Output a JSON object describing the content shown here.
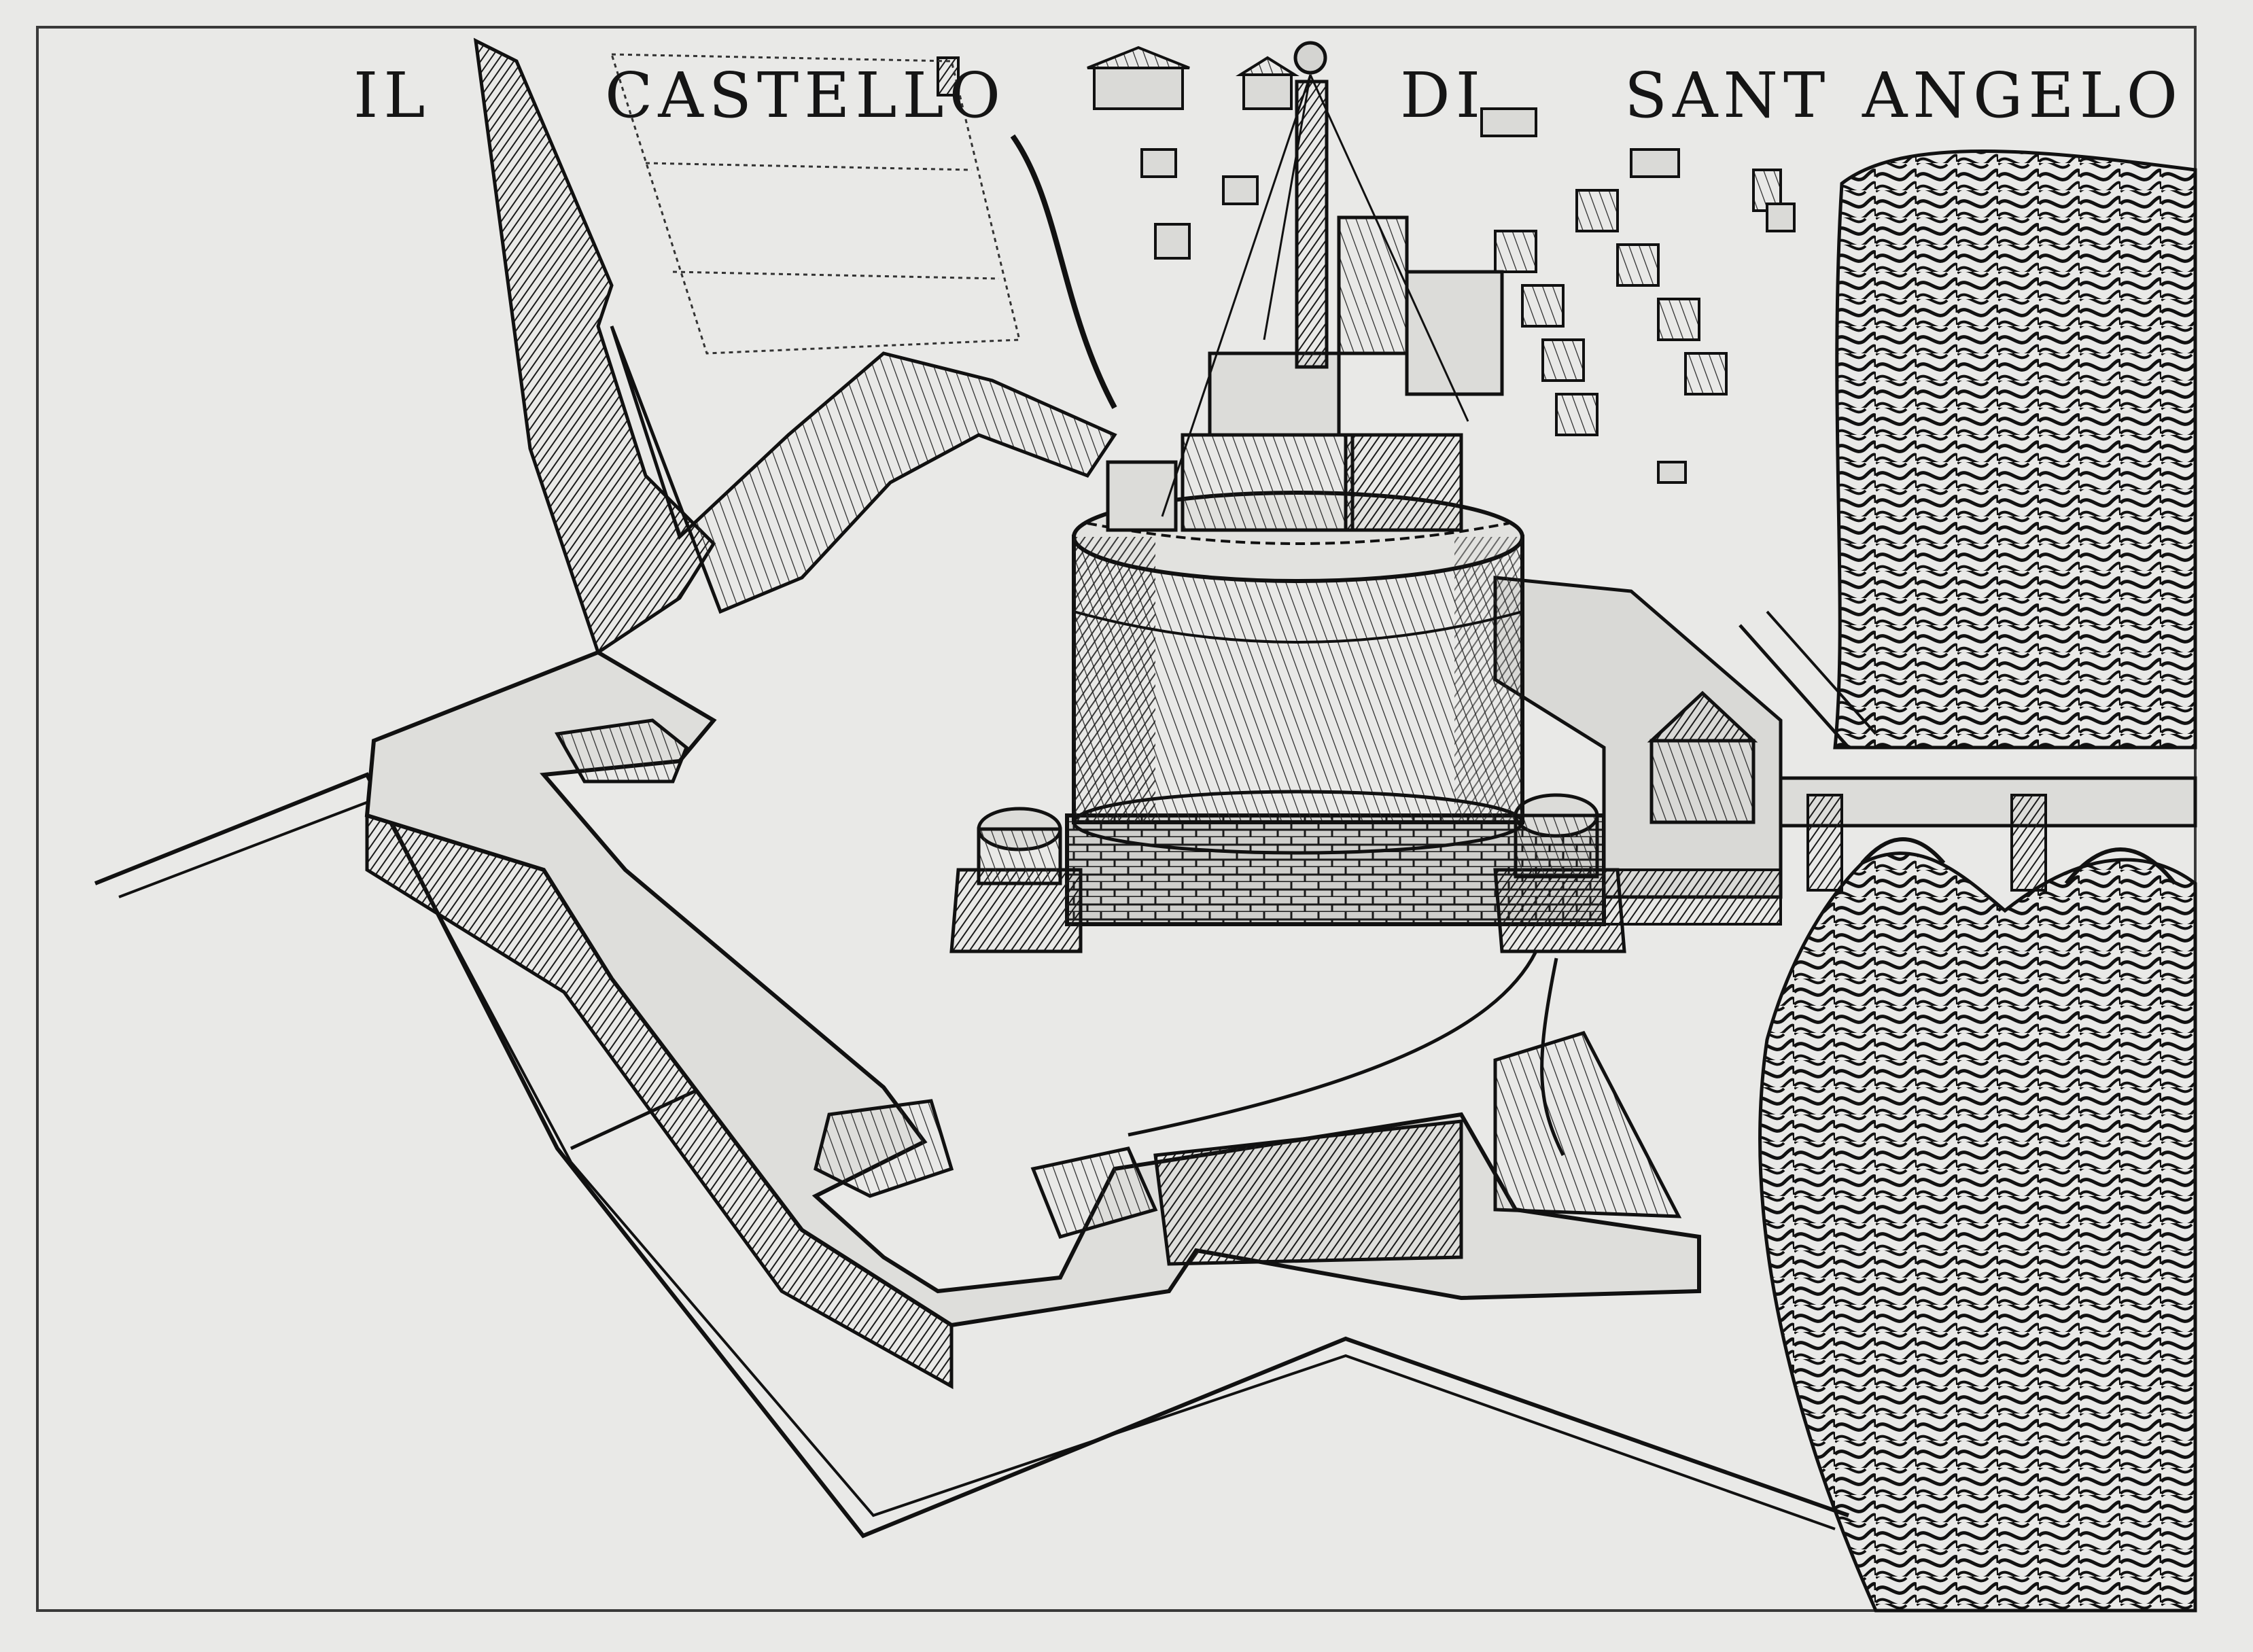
{
  "title": {
    "words": [
      "IL",
      "CASTELLO",
      "DI",
      "SANT",
      "ANGELO"
    ]
  },
  "colors": {
    "paper": "#e9e9e7",
    "ink": "#151515",
    "shade": "#2a2a2a"
  }
}
